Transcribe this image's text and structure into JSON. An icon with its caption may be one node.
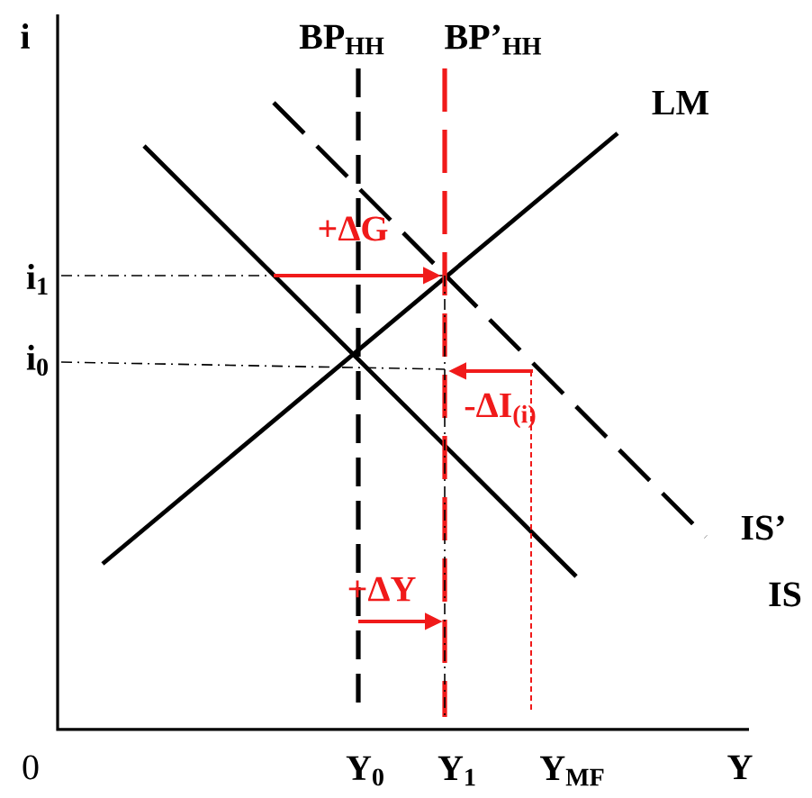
{
  "diagram": {
    "labels": [
      "i",
      "BP$_{HH}$",
      "BP’$_{HH}$",
      "LM",
      "+ΔG",
      "i$_{1}$",
      "i$_{0}$",
      "-ΔI$_{(i)}$",
      "IS’",
      "+ΔY",
      "IS",
      "0",
      "Y$_{0}$",
      "Y$_{1}$",
      "Y$_{MF}$",
      "Y"
    ]
  }
}
